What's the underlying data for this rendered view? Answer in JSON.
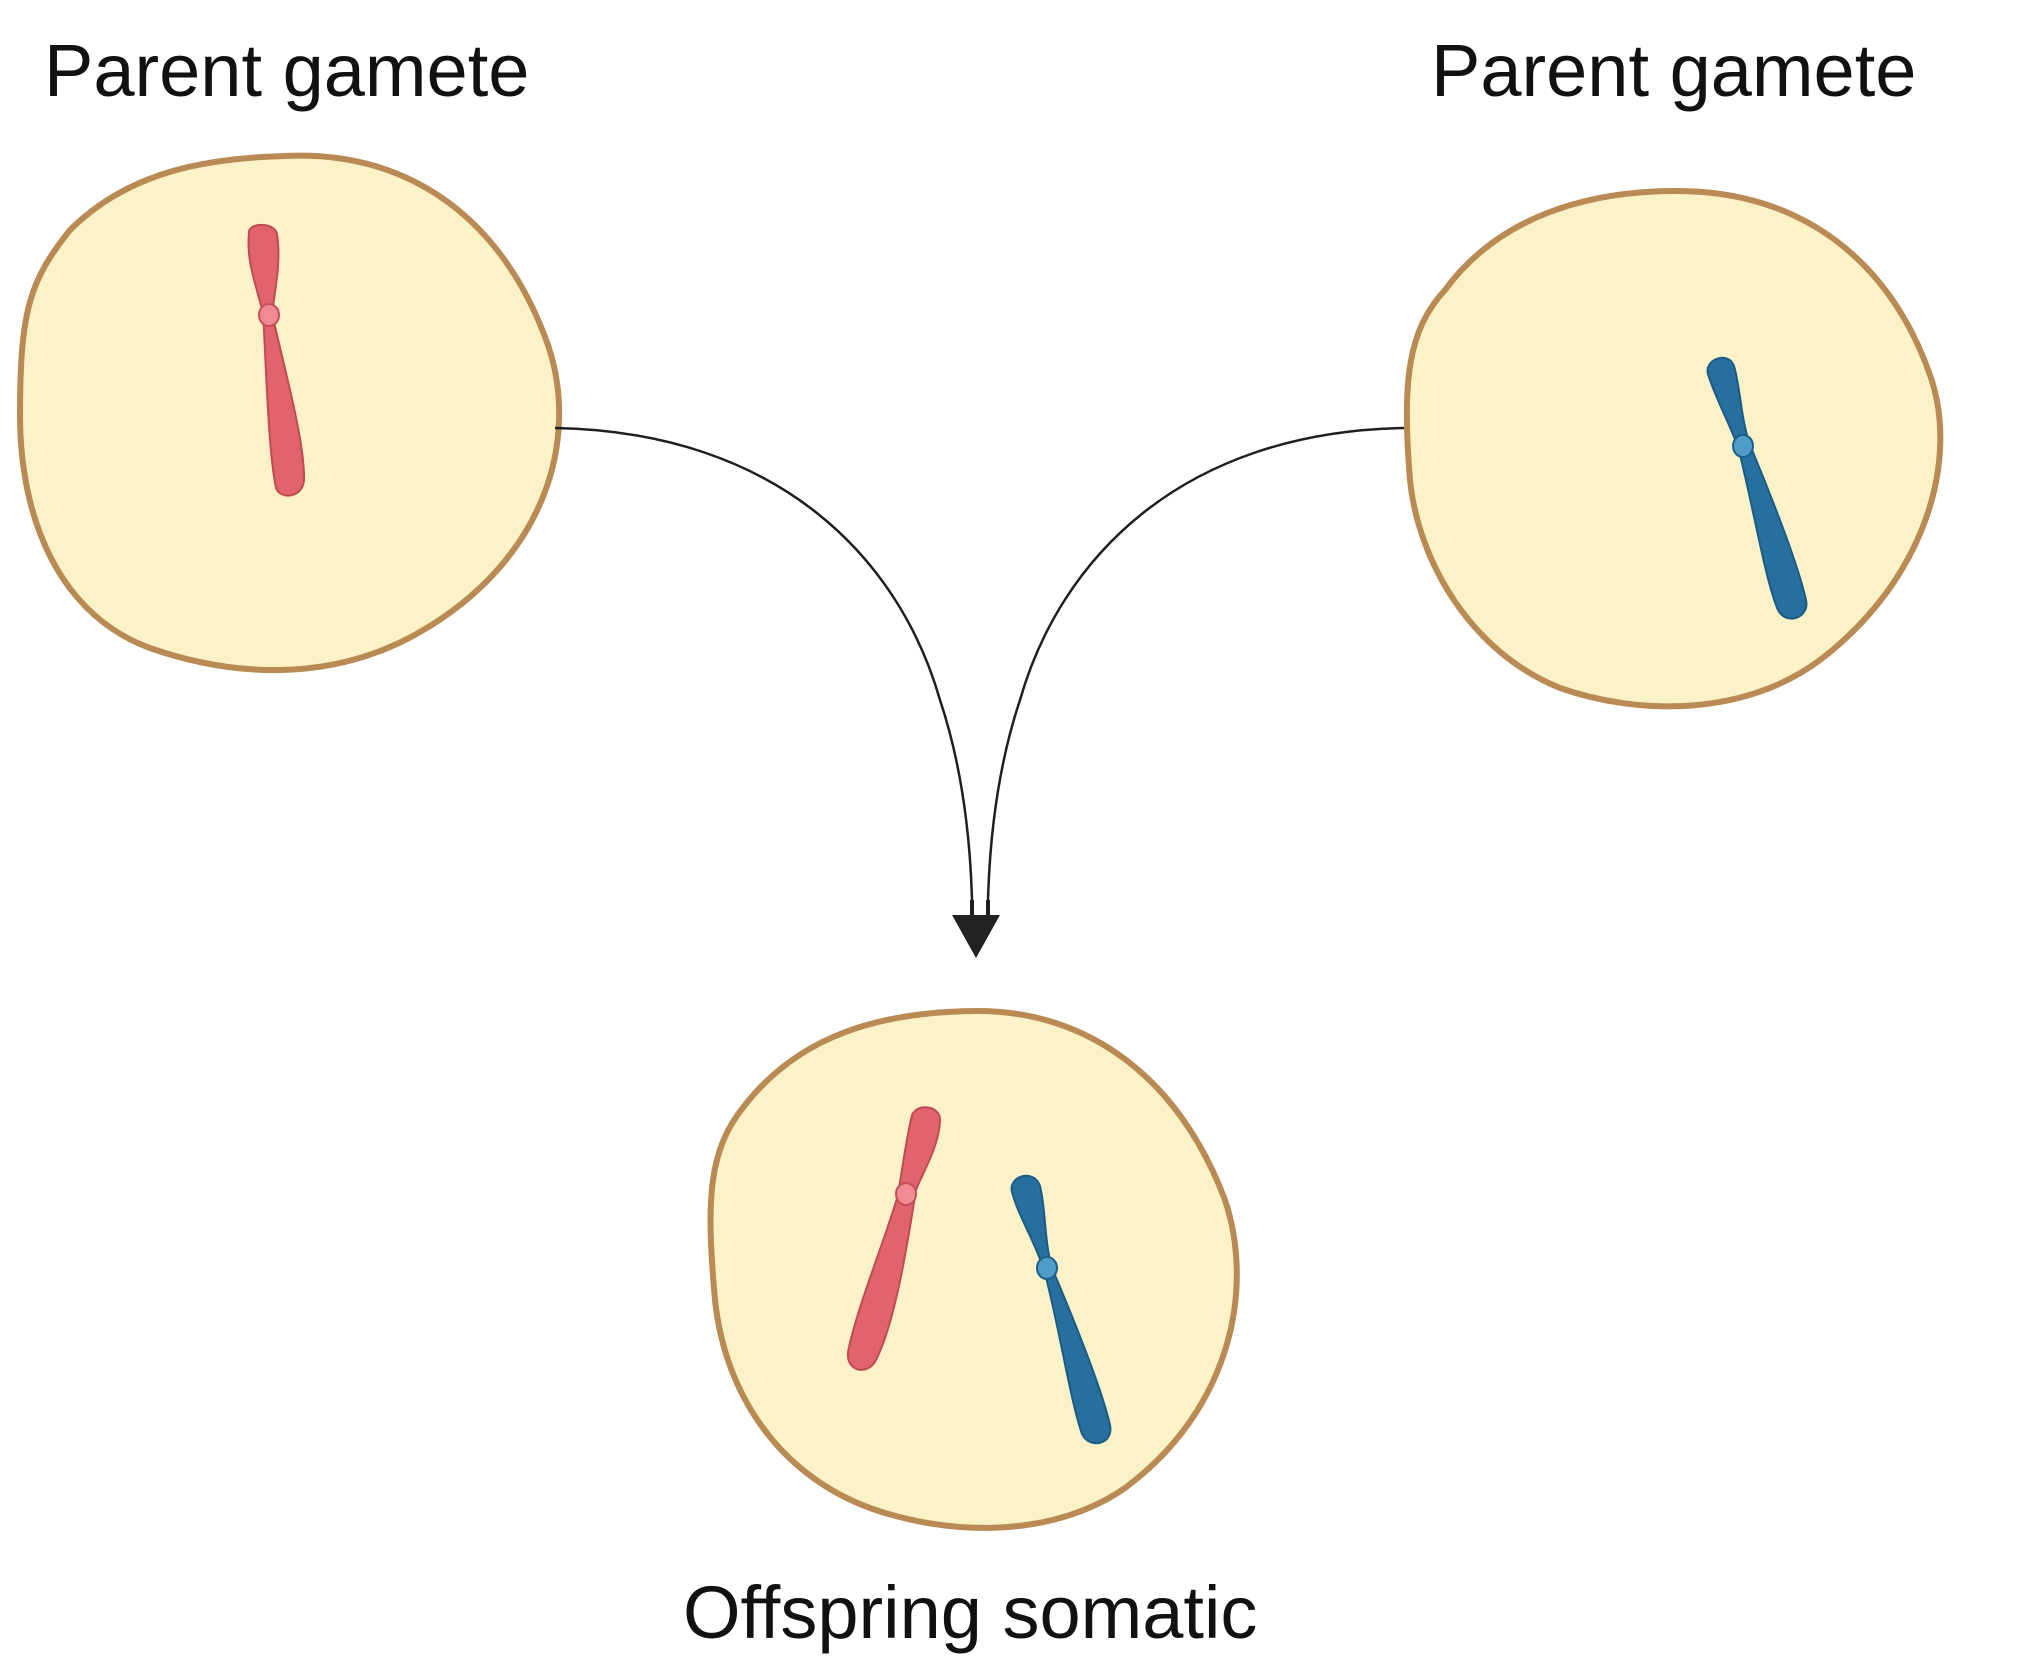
{
  "labels": {
    "left_cell": "Parent gamete",
    "right_cell": "Parent gamete",
    "bottom_cell": "Offspring somatic"
  },
  "colors": {
    "cell_fill": "#fbf2c8",
    "cell_outline": "#b98a53",
    "maternal_chromosome": "#e0636e",
    "paternal_chromosome": "#266f9f",
    "arrow": "#222222"
  }
}
